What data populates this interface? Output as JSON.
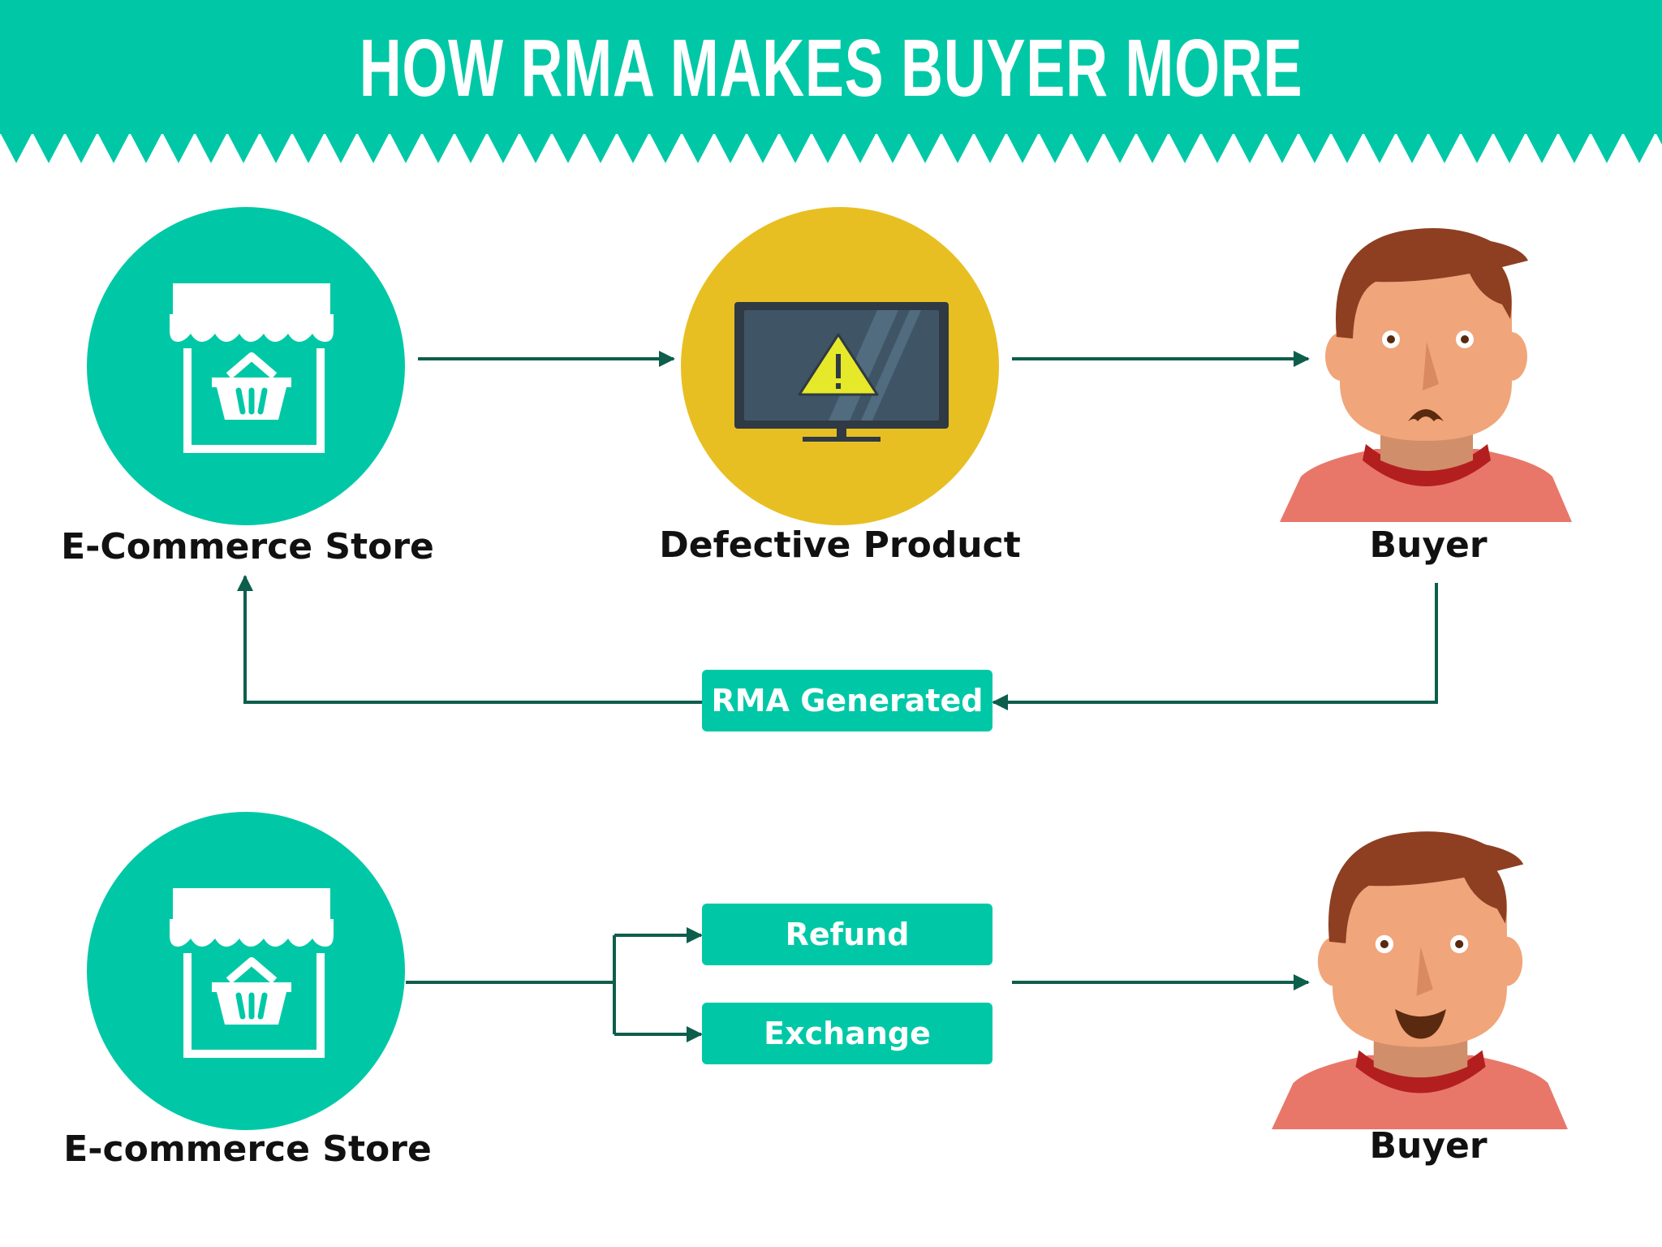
{
  "title": "HOW RMA MAKES BUYER MORE SATISFIED",
  "row1": {
    "store_label": "E-Commerce Store",
    "product_label": "Defective Product",
    "buyer_label": "Buyer"
  },
  "rma": {
    "label": "RMA Generated"
  },
  "row2": {
    "store_label": "E-commerce Store",
    "refund_label": "Refund",
    "exchange_label": "Exchange",
    "buyer_label": "Buyer"
  },
  "colors": {
    "teal": "#00c8a6",
    "yellow": "#e8bf22",
    "arrow": "#0e5e4c",
    "skin": "#f0a57a",
    "hair": "#8e3f22",
    "shirt": "#e8776a",
    "collar": "#b31f1f"
  },
  "icons": [
    "store-icon",
    "monitor-warning-icon",
    "sad-buyer-icon",
    "happy-buyer-icon"
  ]
}
